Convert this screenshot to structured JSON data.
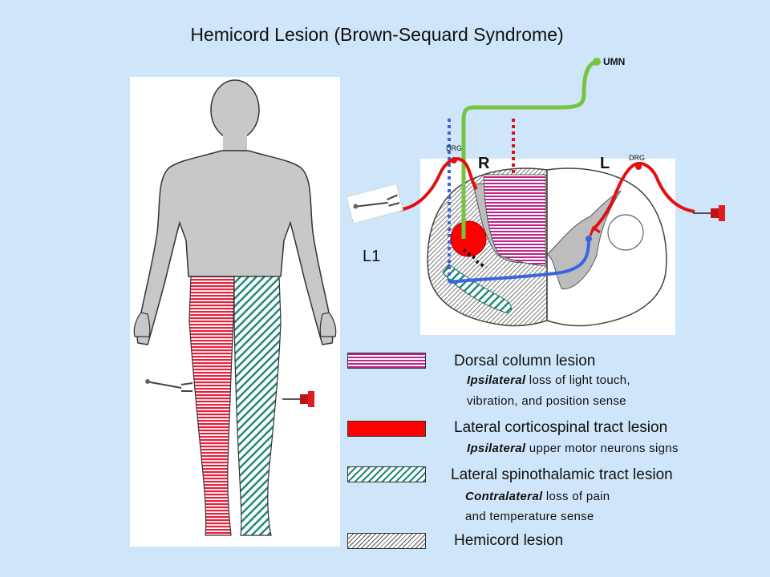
{
  "title": "Hemicord Lesion (Brown-Sequard Syndrome)",
  "labels": {
    "umn": "UMN",
    "drg_right": "DRG",
    "drg_left": "DRG",
    "side_right": "R",
    "side_left": "L",
    "level": "L1"
  },
  "legend": {
    "dorsal": {
      "title": "Dorsal column lesion",
      "emph": "Ipsilateral",
      "line1": " loss of light touch,",
      "line2": "vibration, and position sense"
    },
    "lcst": {
      "title": "Lateral corticospinal tract lesion",
      "emph": "Ipsilateral",
      "line1": " upper motor neurons signs"
    },
    "lstt": {
      "title": "Lateral spinothalamic tract lesion",
      "emph": "Contralateral",
      "line1": " loss of pain",
      "line2": "and temperature sense"
    },
    "hemi": {
      "title": "Hemicord lesion"
    }
  },
  "colors": {
    "background": "#cfe6fa",
    "dorsal": "#c0208c",
    "lcst": "#ff0000",
    "lstt": "#1f8a78",
    "hemi": "#555555",
    "umn_tract": "#77c442",
    "sensory_red": "#e01010",
    "sensory_blue": "#3a64e0"
  },
  "icons": [
    "tuning-fork-icon",
    "pin-icon"
  ]
}
